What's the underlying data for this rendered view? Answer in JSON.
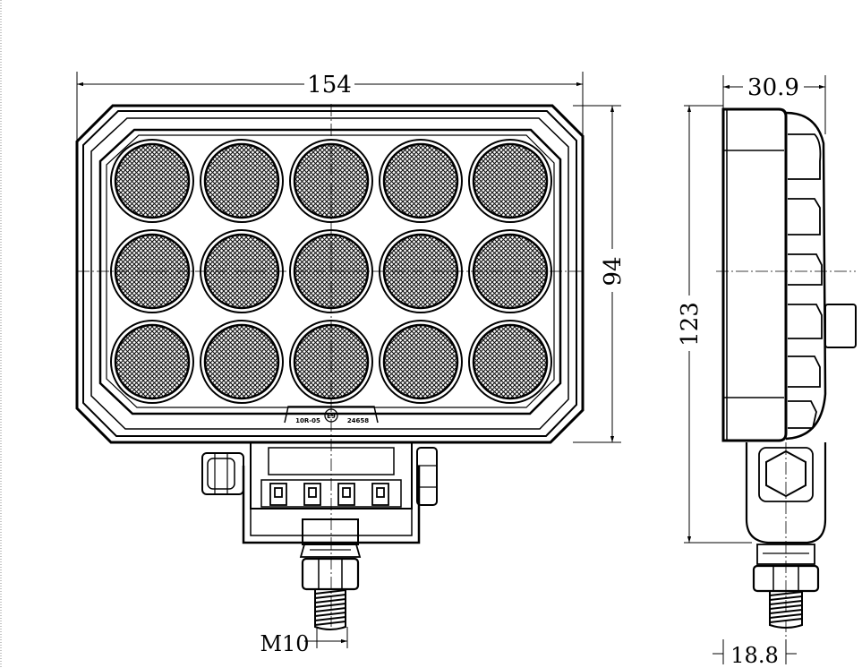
{
  "dimensions": {
    "front_width": "154",
    "front_height": "94",
    "side_depth": "30.9",
    "side_height": "123",
    "stud_thread": "M10",
    "stud_offset": "18.8"
  },
  "housing_marking": {
    "left_code": "10R-05",
    "center_mark": "E9",
    "right_code": "24658"
  },
  "led_grid": {
    "rows": 3,
    "cols": 5
  }
}
